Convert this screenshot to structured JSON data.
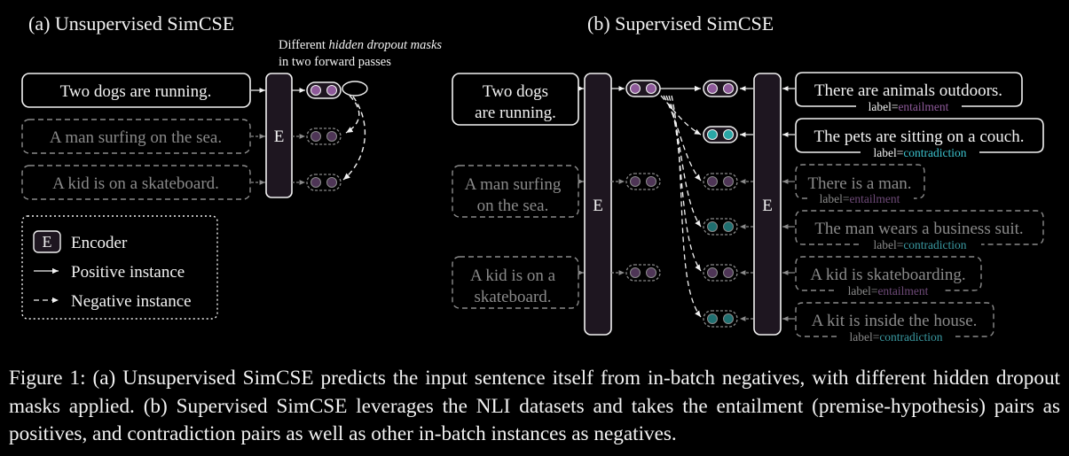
{
  "panel_a": {
    "title": "(a) Unsupervised SimCSE",
    "note": [
      "Different",
      "hidden dropout masks",
      "in two forward passes"
    ],
    "sentences": [
      "Two dogs are running.",
      "A man surfing on the sea.",
      "A kid is on a skateboard."
    ],
    "encoder_label": "E"
  },
  "panel_b": {
    "title": "(b) Supervised SimCSE",
    "inputs": [
      [
        "Two dogs",
        "are running."
      ],
      [
        "A man surfing",
        "on the sea."
      ],
      [
        "A kid is on a",
        "skateboard."
      ]
    ],
    "encoder_label": "E",
    "hypotheses": [
      {
        "text": "There are animals outdoors.",
        "label": "entailment"
      },
      {
        "text": "The pets are sitting on a couch.",
        "label": "contradiction"
      },
      {
        "text": "There is a man.",
        "label": "entailment"
      },
      {
        "text": "The man wears a business suit.",
        "label": "contradiction"
      },
      {
        "text": "A kid is skateboarding.",
        "label": "entailment"
      },
      {
        "text": "A kit is inside the house.",
        "label": "contradiction"
      }
    ],
    "label_prefix": "label="
  },
  "legend": {
    "encoder_letter": "E",
    "encoder": "Encoder",
    "positive": "Positive instance",
    "negative": "Negative instance"
  },
  "caption": "Figure 1: (a) Unsupervised SimCSE predicts the input sentence itself from in-batch negatives, with different hidden dropout masks applied. (b) Supervised SimCSE leverages the NLI datasets and takes the entailment (premise-hypothesis) pairs as positives, and contradiction pairs as well as other in-batch instances as negatives.",
  "colors": {
    "background": "#000000",
    "foreground": "#f2f2f2",
    "dim": "#8a8a8a",
    "encoder_fill": "#1e1620",
    "entailment": "#8e5a9a",
    "contradiction": "#3cc4cf",
    "dim_contradiction": "#3a9aa2"
  }
}
